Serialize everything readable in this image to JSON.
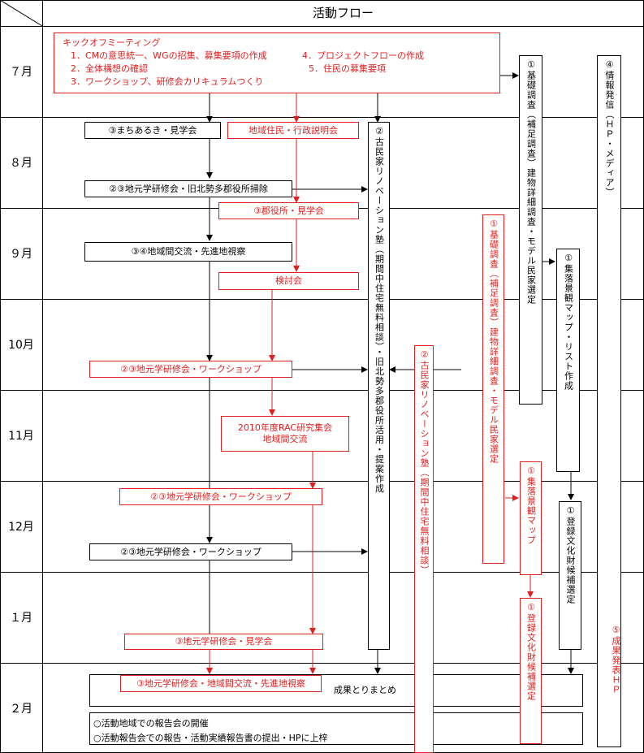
{
  "title": "活動フロー",
  "months": [
    "７月",
    "８月",
    "９月",
    "10月",
    "11月",
    "12月",
    "１月",
    "２月"
  ],
  "kickoff": {
    "heading": "キックオフミーティング",
    "items_left": [
      "1．CMの意思統一、WGの招集、募集要項の作成",
      "2．全体構想の確認",
      "3．ワークショップ、研修会カリキュラムつくり"
    ],
    "items_right": [
      "4．プロジェクトフローの作成",
      "5．住民の募集要項"
    ]
  },
  "black_boxes": [
    "③まちあるき・見学会",
    "②③地元学研修会・旧北勢多郡役所掃除",
    "③④地域間交流・先進地視察",
    "②③地元学研修会・ワークショップ"
  ],
  "red_boxes": [
    "地域住民・行政説明会",
    "③郡役所・見学会",
    "検討会",
    "②③地元学研修会・ワークショップ",
    "2010年度RAC研究集会",
    "地域間交流",
    "②③地元学研修会・ワークショップ",
    "③地元学研修会・見学会",
    "③地元学研修会・地域間交流・先進地視察"
  ],
  "final": {
    "label": "成果とりまとめ",
    "report1": "○活動地域での報告会の開催",
    "report2": "○活動報告会での報告・活動実績報告書の提出・HPに上梓"
  },
  "vertical": {
    "reno_black": "②古民家リノベーション塾（期間中住宅無料相談）・旧北勢多郡役所活用・提案作成",
    "survey_black": "①基礎調査（補足調査）建物詳細調査・モデル民家選定",
    "info": "④情報発信（ＨＰ・メディア）",
    "result_hp": "⑤成果発表ＨＰ",
    "map_black": "①集落景観マップ・リスト作成",
    "heritage_black": "①登録文化財候補選定",
    "reno_red": "②古民家リノベーション塾（期間中住宅無料相談）",
    "survey_red": "①基礎調査（補足調査）建物詳細調査・モデル民家選定",
    "map_red": "①集落景観マップ",
    "heritage_red": "①登録文化財候補選定"
  },
  "colors": {
    "red": "#e02020",
    "black": "#000000"
  }
}
